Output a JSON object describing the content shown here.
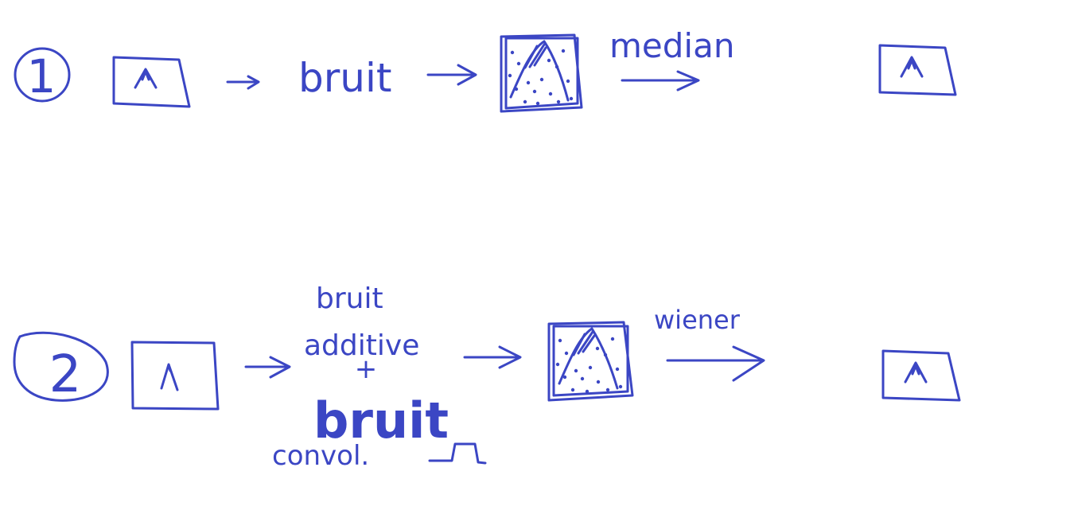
{
  "colors": {
    "ink": "#3b46c4",
    "background": "#ffffff"
  },
  "row1": {
    "number": "1",
    "step_label": "bruit",
    "filter_label": "median"
  },
  "row2": {
    "number": "2",
    "noise_line1": "bruit",
    "noise_line2": "additive",
    "plus": "+",
    "noise_line3": "bruit",
    "noise_line4": "convol."
  },
  "filter2_label": "wiener"
}
